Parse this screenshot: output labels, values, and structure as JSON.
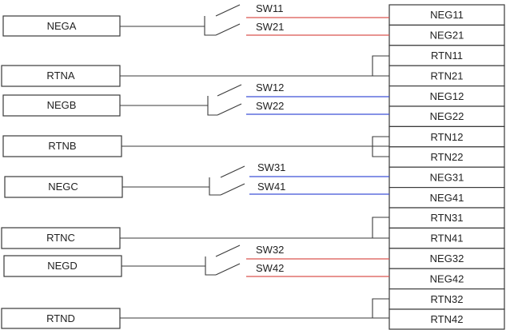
{
  "diagram": {
    "colors": {
      "red": "#d9534f",
      "blue": "#3f51d6",
      "black": "#3a3a3a"
    },
    "left_labels": [
      "NEGA",
      "RTNA",
      "NEGB",
      "RTNB",
      "NEGC",
      "RTNC",
      "NEGD",
      "RTND"
    ],
    "right_labels": [
      "NEG11",
      "NEG21",
      "RTN11",
      "RTN21",
      "NEG12",
      "NEG22",
      "RTN12",
      "RTN22",
      "NEG31",
      "NEG41",
      "RTN31",
      "RTN41",
      "NEG32",
      "NEG42",
      "RTN32",
      "RTN42"
    ],
    "switch_labels": [
      "SW11",
      "SW21",
      "SW12",
      "SW22",
      "SW31",
      "SW41",
      "SW32",
      "SW42"
    ]
  }
}
